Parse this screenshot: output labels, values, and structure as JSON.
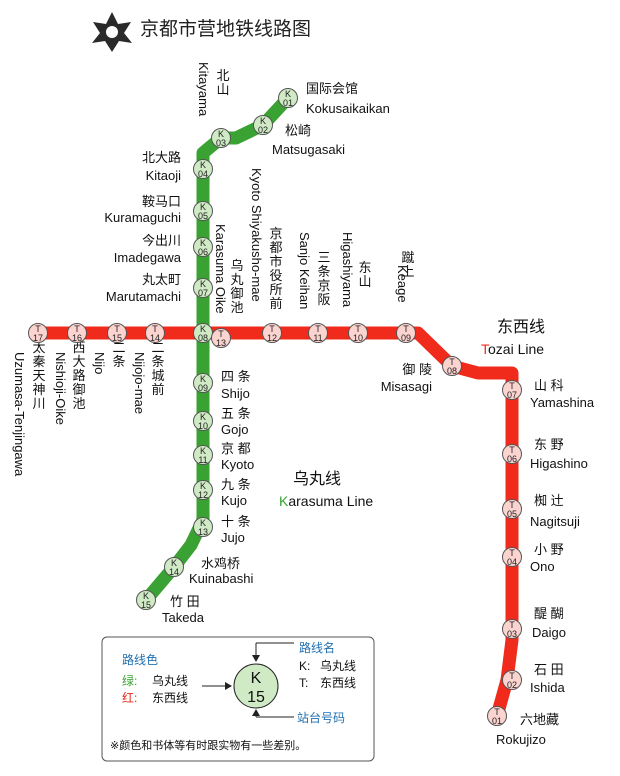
{
  "title": "京都市营地铁线路图",
  "colors": {
    "karasuma": "#3aa133",
    "tozai": "#f02b1b",
    "karasuma_station": "#cfeac4",
    "tozai_station": "#fbd3cf",
    "legend_blue": "#1f6fb2"
  },
  "lines": {
    "tozai": {
      "zh": "东西线",
      "en_initial": "T",
      "en_rest": "ozai Line"
    },
    "karasuma": {
      "zh": "乌丸线",
      "en_initial": "K",
      "en_rest": "arasuma Line"
    }
  },
  "karasuma_stations": [
    {
      "letter": "K",
      "num": "01",
      "jp": "国际会馆",
      "en": "Kokusaikaikan"
    },
    {
      "letter": "K",
      "num": "02",
      "jp": "松崎",
      "en": "Matsugasaki"
    },
    {
      "letter": "K",
      "num": "03",
      "jp": "北 山",
      "en": "Kitayama"
    },
    {
      "letter": "K",
      "num": "04",
      "jp": "北大路",
      "en": "Kitaoji"
    },
    {
      "letter": "K",
      "num": "05",
      "jp": "鞍马口",
      "en": "Kuramaguchi"
    },
    {
      "letter": "K",
      "num": "06",
      "jp": "今出川",
      "en": "Imadegawa"
    },
    {
      "letter": "K",
      "num": "07",
      "jp": "丸太町",
      "en": "Marutamachi"
    },
    {
      "letter": "K",
      "num": "08",
      "jp": "乌丸御池",
      "en": "Karasuma Oike"
    },
    {
      "letter": "K",
      "num": "09",
      "jp": "四 条",
      "en": "Shijo"
    },
    {
      "letter": "K",
      "num": "10",
      "jp": "五 条",
      "en": "Gojo"
    },
    {
      "letter": "K",
      "num": "11",
      "jp": "京 都",
      "en": "Kyoto"
    },
    {
      "letter": "K",
      "num": "12",
      "jp": "九 条",
      "en": "Kujo"
    },
    {
      "letter": "K",
      "num": "13",
      "jp": "十 条",
      "en": "Jujo"
    },
    {
      "letter": "K",
      "num": "14",
      "jp": "水鸡桥",
      "en": "Kuinabashi"
    },
    {
      "letter": "K",
      "num": "15",
      "jp": "竹 田",
      "en": "Takeda"
    }
  ],
  "tozai_stations": [
    {
      "letter": "T",
      "num": "01",
      "jp": "六地藏",
      "en": "Rokujizo"
    },
    {
      "letter": "T",
      "num": "02",
      "jp": "石 田",
      "en": "Ishida"
    },
    {
      "letter": "T",
      "num": "03",
      "jp": "醍 醐",
      "en": "Daigo"
    },
    {
      "letter": "T",
      "num": "04",
      "jp": "小 野",
      "en": "Ono"
    },
    {
      "letter": "T",
      "num": "05",
      "jp": "椥 辻",
      "en": "Nagitsuji"
    },
    {
      "letter": "T",
      "num": "06",
      "jp": "东 野",
      "en": "Higashino"
    },
    {
      "letter": "T",
      "num": "07",
      "jp": "山 科",
      "en": "Yamashina"
    },
    {
      "letter": "T",
      "num": "08",
      "jp": "御 陵",
      "en": "Misasagi"
    },
    {
      "letter": "T",
      "num": "09",
      "jp": "蹴 上",
      "en": "Keage"
    },
    {
      "letter": "T",
      "num": "10",
      "jp": "东 山",
      "en": "Higashiyama"
    },
    {
      "letter": "T",
      "num": "11",
      "jp": "三条京阪",
      "en": "Sanjo Keihan"
    },
    {
      "letter": "T",
      "num": "12",
      "jp": "京都市役所前",
      "en": "Kyoto Shiyakusho-mae"
    },
    {
      "letter": "T",
      "num": "13",
      "jp": "乌丸御池",
      "en": "Karasuma Oike"
    },
    {
      "letter": "T",
      "num": "14",
      "jp": "二条城前",
      "en": "Nijojo-mae"
    },
    {
      "letter": "T",
      "num": "15",
      "jp": "二 条",
      "en": "Nijo"
    },
    {
      "letter": "T",
      "num": "16",
      "jp": "西大路御池",
      "en": "Nishioji-Oike"
    },
    {
      "letter": "T",
      "num": "17",
      "jp": "太秦天神川",
      "en": "Uzumasa-Tenjingawa"
    }
  ],
  "legend": {
    "color_head": "路线色",
    "green_label": "绿:",
    "green_line": "乌丸线",
    "red_label": "红:",
    "red_line": "东西线",
    "name_head": "路线名",
    "k_key": "K:",
    "k_line": "乌丸线",
    "t_key": "T:",
    "t_line": "东西线",
    "sample_letter": "K",
    "sample_num": "15",
    "number_head": "站台号码",
    "note": "※颜色和书体等有时跟实物有一些差别。"
  }
}
